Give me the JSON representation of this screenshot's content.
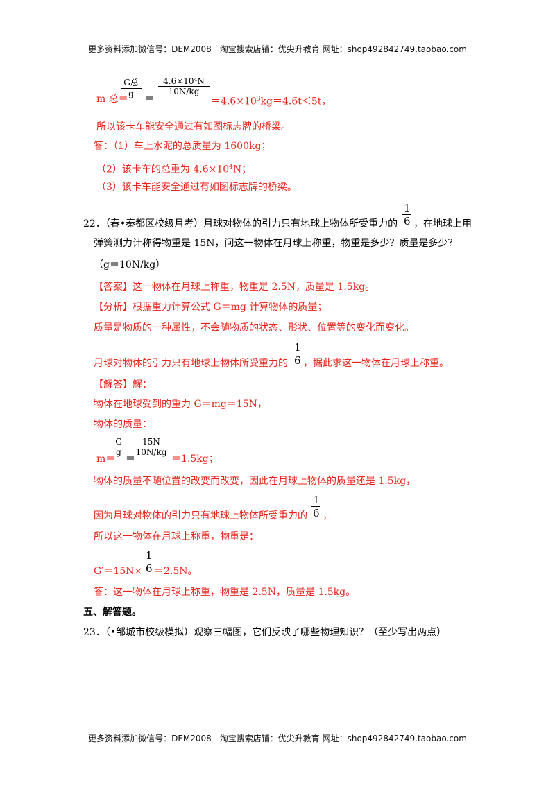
{
  "header_top": "更多资料添加微信号：DEM2008　淘宝搜索店铺：优尖升教育 网址：shop492842749.taobao.com",
  "header_bottom": "更多资料添加微信号：DEM2008　淘宝搜索店铺：优尖升教育 网址：shop492842749.taobao.com",
  "formula1": {
    "lhs": "m 总＝",
    "f1_num": "G总",
    "f1_den": "g",
    "eq": "＝",
    "f2_num": "4.6×10⁴N",
    "f2_den": "10N/kg",
    "rhs_pre": "＝4.6×10",
    "rhs_sup": "3",
    "rhs_post": "kg＝4.6t＜5t，"
  },
  "q21": {
    "line1": "所以该卡车能安全通过有如图标志牌的桥梁。",
    "line2": "答：（1）车上水泥的总质量为 1600kg；",
    "line3_pre": "（2）该卡车的总重为 4.6×10",
    "line3_sup": "4",
    "line3_post": "N；",
    "line4": "（3）该卡车能安全通过有如图标志牌的桥梁。"
  },
  "q22": {
    "stem_a": "22．（春•秦都区校级月考）月球对物体的引力只有地球上物体所受重力的",
    "stem_a_after": "，在地球上用",
    "stem_b": "弹簧测力计称得物重是 15N，问这一物体在月球上称重，物重是多少？质量是多少？",
    "stem_c": "（g＝10N/kg）",
    "frac_num": "1",
    "frac_den": "6",
    "answer": "【答案】这一物体在月球上称重，物重是 2.5N，质量是 1.5kg。",
    "analysis1": "【分析】根据重力计算公式 G＝mg 计算物体的质量；",
    "analysis2": "质量是物质的一种属性，不会随物质的状态、形状、位置等的变化而变化。",
    "analysis3_a": "月球对物体的引力只有地球上物体所受重力的",
    "analysis3_b": "，据此求这一物体在月球上称重。",
    "solution_title": "【解答】解：",
    "sol1": "物体在地球受到的重力 G＝mg＝15N，",
    "sol2": "物体的质量：",
    "sol3_lhs": "m＝",
    "sol3_f1_num": "G",
    "sol3_f1_den": "g",
    "sol3_eq": "＝",
    "sol3_f2_num": "15N",
    "sol3_f2_den": "10N/kg",
    "sol3_rhs": "＝1.5kg；",
    "sol4": "物体的质量不随位置的改变而改变，因此在月球上物体的质量还是 1.5kg，",
    "sol5_a": "因为月球对物体的引力只有地球上物体所受重力的",
    "sol5_b": "，",
    "sol6": "所以这一物体在月球上称重，物重是：",
    "sol7_a": "G′＝15N×",
    "sol7_b": "＝2.5N。",
    "final": "答：这一物体在月球上称重，物重是 2.5N，质量是 1.5kg。"
  },
  "section5": "五、解答题。",
  "q23": "23．（•邹城市校级模拟）观察三幅图，它们反映了哪些物理知识？（至少写出两点）"
}
